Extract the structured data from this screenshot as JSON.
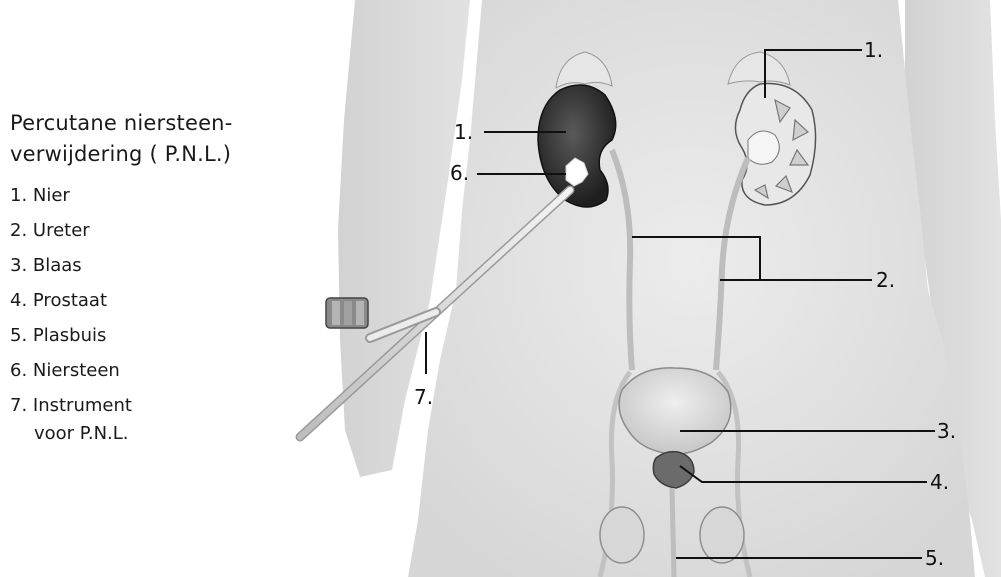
{
  "legend": {
    "title_line1": "Percutane niersteen-",
    "title_line2": "verwijdering ( P.N.L.)",
    "items": [
      "1. Nier",
      "2. Ureter",
      "3. Blaas",
      "4. Prostaat",
      "5. Plasbuis",
      "6. Niersteen",
      "7. Instrument"
    ],
    "item7_continuation": "voor P.N.L."
  },
  "callouts": {
    "kidney_right": "1.",
    "kidney_left": "1.",
    "stone": "6.",
    "ureter": "2.",
    "instrument": "7.",
    "bladder": "3.",
    "prostate": "4.",
    "urethra": "5."
  }
}
